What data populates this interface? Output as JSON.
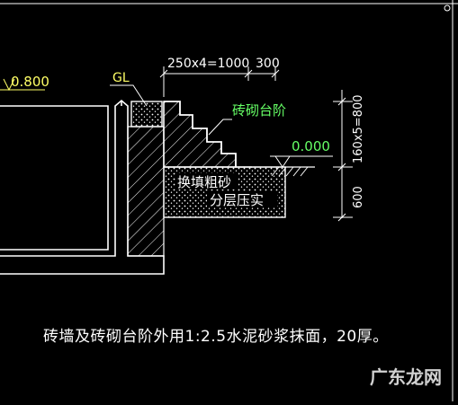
{
  "labels": {
    "level_left": "0.800",
    "gl": "GL",
    "dim_top": "250x4=1000",
    "dim_top_right": "300",
    "brick_steps": "砖砌台阶",
    "level_right": "0.000",
    "fill_line1": "换填粗砂",
    "fill_line2": "分层压实",
    "dim_vertical_top": "160x5=800",
    "dim_vertical_bottom": "600"
  },
  "note": "砖墙及砖砌台阶外用1:2.5水泥砂浆抹面，20厚。",
  "watermark": "广东龙网",
  "colors": {
    "background": "#000000",
    "line_white": "#ffffff",
    "text_yellow": "#ffff66",
    "text_green": "#66ff66"
  }
}
